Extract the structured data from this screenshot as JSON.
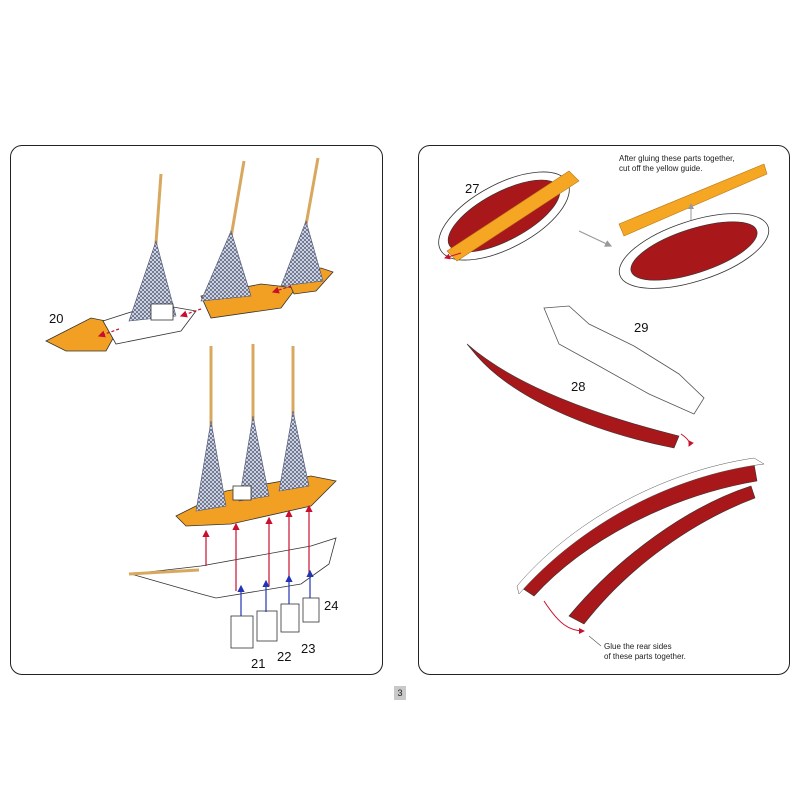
{
  "page": {
    "number": "3"
  },
  "left_panel": {
    "labels": {
      "p20": "20",
      "p21": "21",
      "p22": "22",
      "p23": "23",
      "p24": "24"
    }
  },
  "right_panel": {
    "labels": {
      "p27": "27",
      "p28": "28",
      "p29": "29"
    },
    "notes": {
      "top": "After gluing these parts together,\ncut off the yellow guide.",
      "bottom": "Glue the rear sides\nof these parts together."
    }
  },
  "colors": {
    "hull_red": "#a8171a",
    "guide_yellow": "#f5a623",
    "deck_orange": "#f2a023",
    "arrow_red": "#c8102e",
    "arrow_blue": "#2236b5",
    "mast_tan": "#d9a85f",
    "rigging_grey": "#6d7590"
  }
}
